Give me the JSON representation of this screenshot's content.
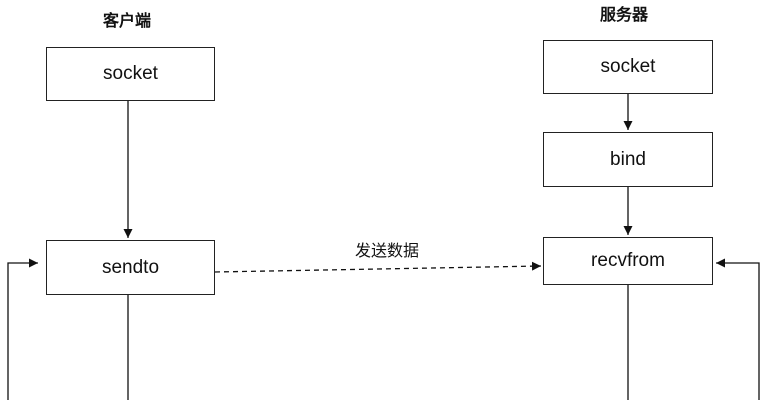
{
  "client": {
    "title": "客户端",
    "steps": [
      "socket",
      "sendto"
    ]
  },
  "server": {
    "title": "服务器",
    "steps": [
      "socket",
      "bind",
      "recvfrom"
    ]
  },
  "message": {
    "label": "发送数据"
  }
}
